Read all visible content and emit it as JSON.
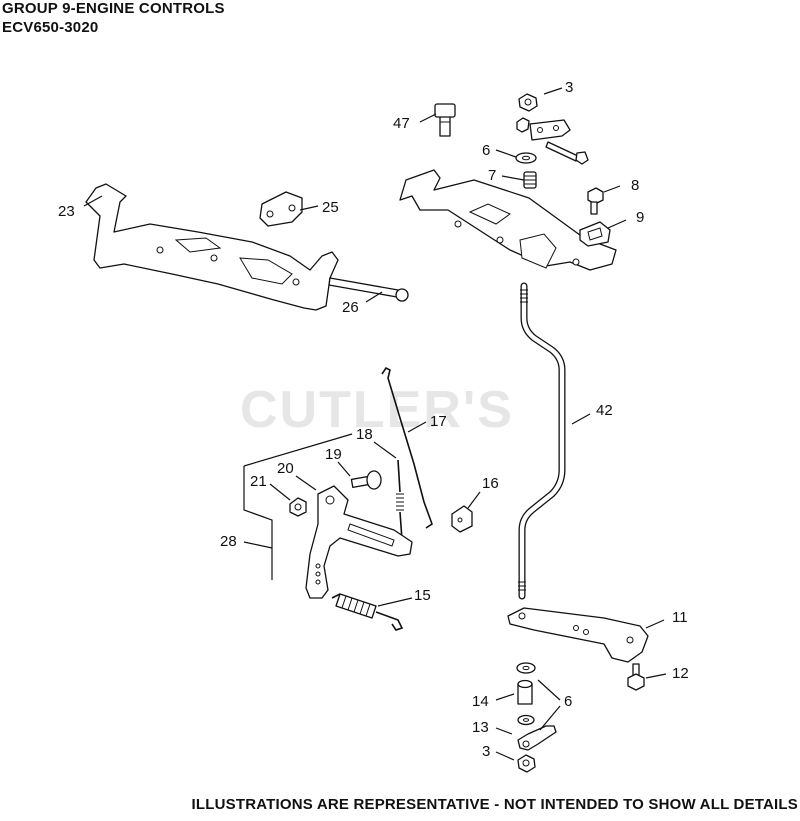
{
  "header": {
    "title": "GROUP 9-ENGINE CONTROLS",
    "model": "ECV650-3020"
  },
  "watermark": "CUTLER'S",
  "footer": "ILLUSTRATIONS ARE REPRESENTATIVE - NOT INTENDED TO SHOW ALL DETAILS",
  "callouts": {
    "c3a": "3",
    "c47": "47",
    "c6a": "6",
    "c7": "7",
    "c8": "8",
    "c9": "9",
    "c23": "23",
    "c25": "25",
    "c26": "26",
    "c42": "42",
    "c17": "17",
    "c18": "18",
    "c19": "19",
    "c20": "20",
    "c21": "21",
    "c16": "16",
    "c28": "28",
    "c15": "15",
    "c11": "11",
    "c12": "12",
    "c14": "14",
    "c6b": "6",
    "c13": "13",
    "c3b": "3"
  }
}
